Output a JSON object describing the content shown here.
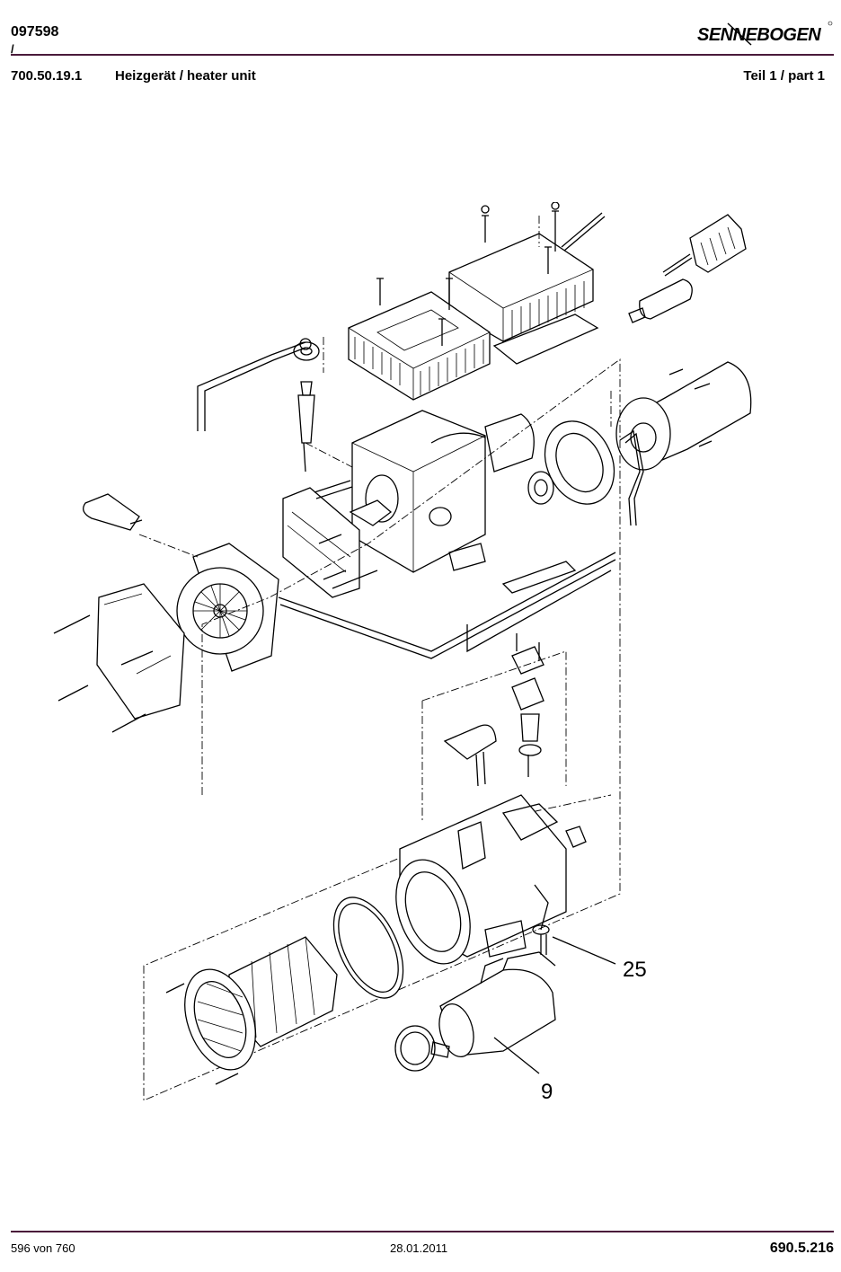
{
  "header": {
    "doc_number": "097598",
    "slash": "/",
    "brand": "SENNEBOGEN",
    "part_code": "700.50.19.1",
    "part_title": "Heizgerät / heater unit",
    "part_page": "Teil 1 / part 1"
  },
  "drawing": {
    "callouts": [
      "25",
      "9"
    ]
  },
  "footer": {
    "page_of": "596 von 760",
    "date": "28.01.2011",
    "doc_ref": "690.5.216"
  },
  "colors": {
    "rule": "#4a1a3a",
    "ink": "#000000"
  }
}
